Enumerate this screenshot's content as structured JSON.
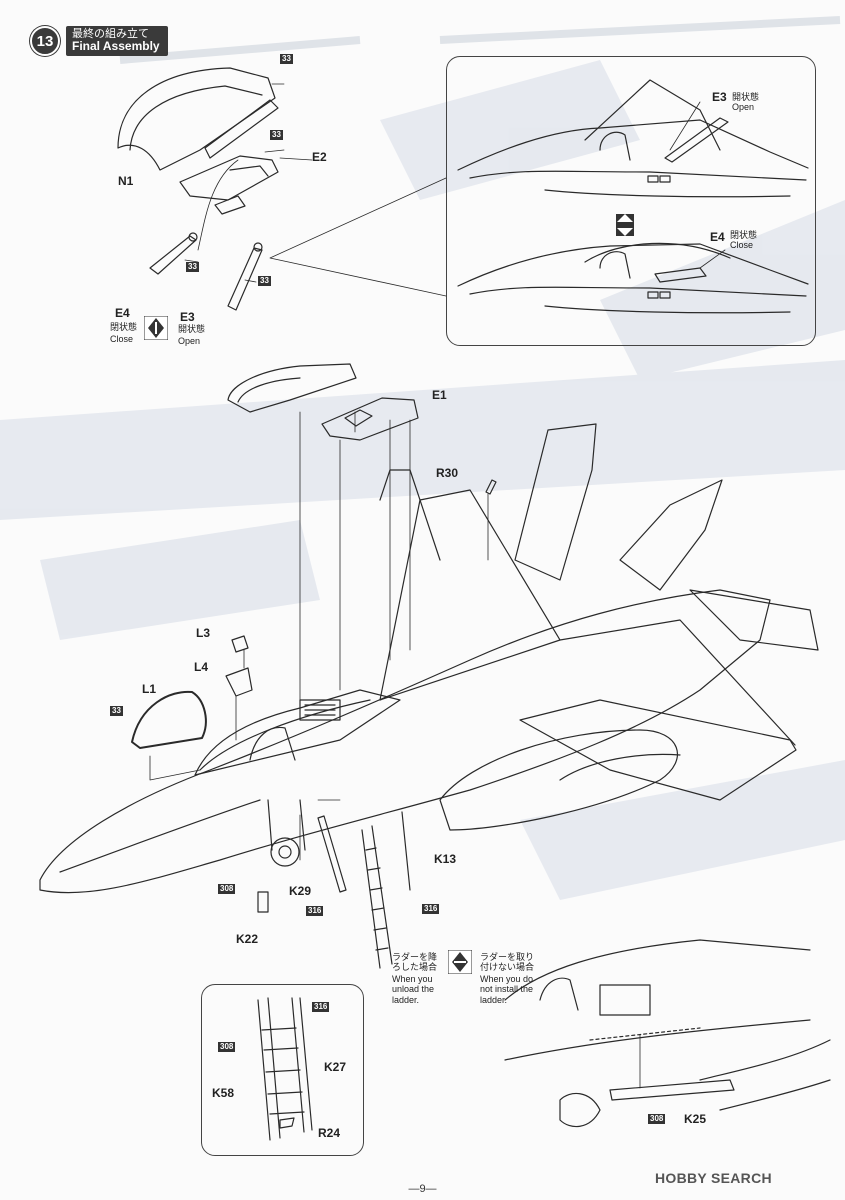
{
  "step": {
    "number": "13",
    "title_jp": "最終の組み立て",
    "title_en": "Final Assembly"
  },
  "parts": {
    "n1": "N1",
    "e2": "E2",
    "e4": "E4",
    "e3": "E3",
    "e1": "E1",
    "r30": "R30",
    "l3": "L3",
    "l4": "L4",
    "l1": "L1",
    "k13": "K13",
    "k29": "K29",
    "k22": "K22",
    "k27": "K27",
    "k58": "K58",
    "r24": "R24",
    "k25": "K25",
    "inset_e3": "E3",
    "inset_e4": "E4"
  },
  "states": {
    "close_jp": "閉状態",
    "close_en": "Close",
    "open_jp": "開状態",
    "open_en": "Open"
  },
  "paint_tags": {
    "c33": "33",
    "c308": "308",
    "c316": "316"
  },
  "ladder_notes": {
    "unload_jp": "ラダーを降ろした場合",
    "unload_en": "When you unload the ladder.",
    "noinstall_jp": "ラダーを取り付けない場合",
    "noinstall_en": "When you do not install the ladder."
  },
  "page_number": "—9—",
  "watermark": "HOBBY SEARCH"
}
